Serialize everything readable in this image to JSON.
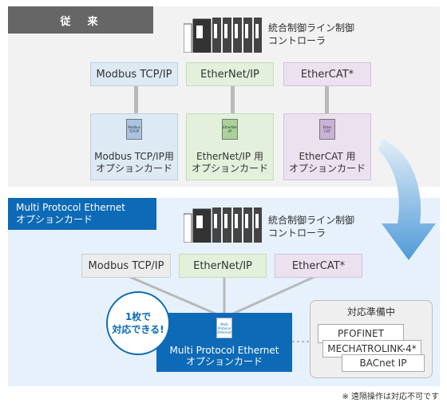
{
  "section_current": {
    "tag": "従　来"
  },
  "section_new": {
    "tag_line1": "Multi Protocol Ethernet",
    "tag_line2": "オプションカード"
  },
  "controller": {
    "label_line1": "統合制御ライン制御",
    "label_line2": "コントローラ"
  },
  "protocols": {
    "modbus": "Modbus TCP/IP",
    "ethernet_ip": "EtherNet/IP",
    "ethercat": "EtherCAT*"
  },
  "cards": {
    "modbus": {
      "chip": "Modbus TCP/IP",
      "line1": "Modbus TCP/IP用",
      "line2": "オプションカード"
    },
    "ethernet_ip": {
      "chip": "EtherNet /IP",
      "line1": "EtherNet/IP 用",
      "line2": "オプションカード"
    },
    "ethercat": {
      "chip": "Ether CAT",
      "line1": "EtherCAT 用",
      "line2": "オプションカード"
    }
  },
  "badge": {
    "line1": "1枚で",
    "line2": "対応できる!"
  },
  "multi_card": {
    "chip": "Multi Protocol Ethernet",
    "line1": "Multi Protocol Ethernet",
    "line2": "オプションカード"
  },
  "future": {
    "title": "対応準備中",
    "items": [
      "PFOFINET",
      "MECHATROLINK-4*",
      "BACnet IP"
    ]
  },
  "footnote": "※ 遠隔操作は対応不可です",
  "colors": {
    "accent_blue": "#0d6ab7",
    "modbus_bg": "#dde9f3",
    "ethernet_ip_bg": "#e2f0dc",
    "ethercat_bg": "#ebe1ef"
  }
}
